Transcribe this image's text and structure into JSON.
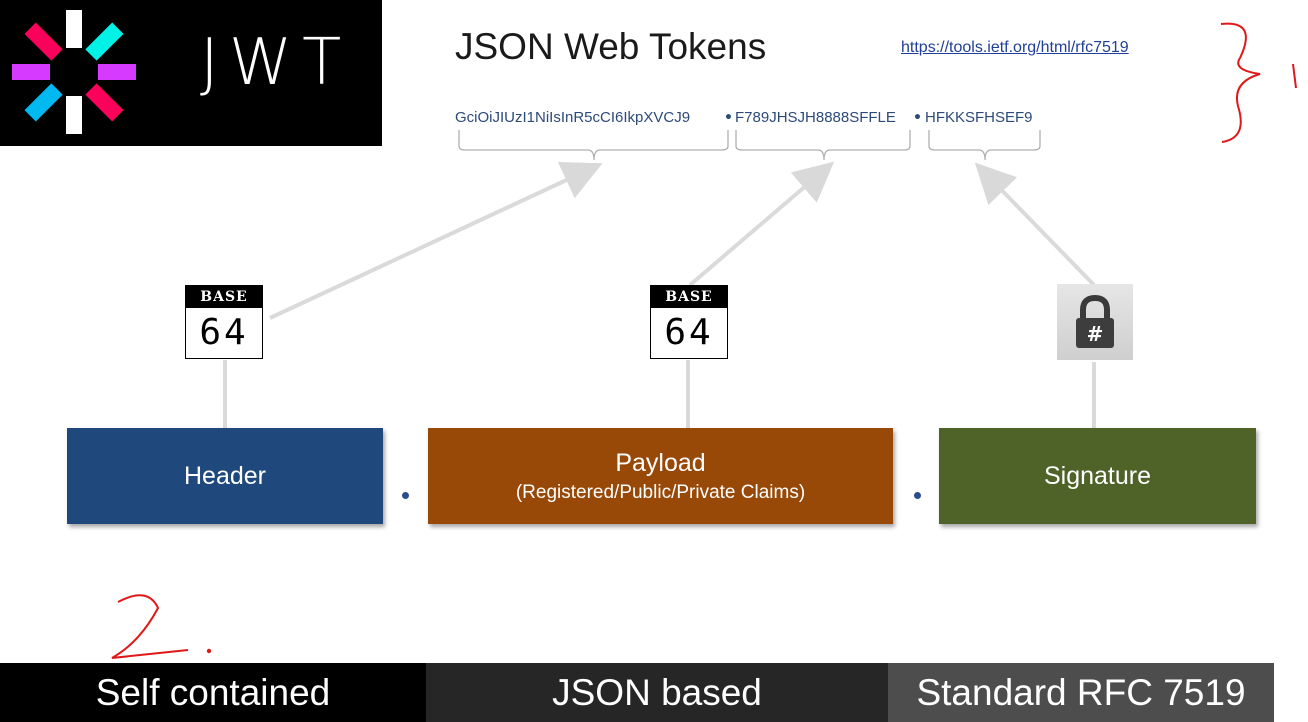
{
  "logo": {
    "wordmark": "JWT"
  },
  "title": "JSON Web Tokens",
  "rfc_link": "https://tools.ietf.org/html/rfc7519",
  "token": {
    "header_part": "GciOiJIUzI1NiIsInR5cCI6IkpXVCJ9",
    "payload_part": "F789JHSJH8888SFFLE",
    "signature_part": "HFKKSFHSEF9",
    "separator": "•"
  },
  "encoding": {
    "badge_top": "BASE",
    "badge_number": "64",
    "lock_symbol": "#"
  },
  "parts": {
    "header": {
      "title": "Header",
      "color": "#1f497d"
    },
    "payload": {
      "title": "Payload",
      "subtitle": "(Registered/Public/Private  Claims)",
      "color": "#984807"
    },
    "signature": {
      "title": "Signature",
      "color": "#4f6228"
    }
  },
  "annotations": {
    "marker_1": "1",
    "marker_2": "2"
  },
  "features": [
    {
      "label": "Self contained",
      "color": "#000000"
    },
    {
      "label": "JSON based",
      "color": "#262626"
    },
    {
      "label": "Standard RFC 7519",
      "color": "#4d4d4d"
    }
  ],
  "icons": [
    "jwt-logo-icon",
    "lock-hash-icon"
  ]
}
